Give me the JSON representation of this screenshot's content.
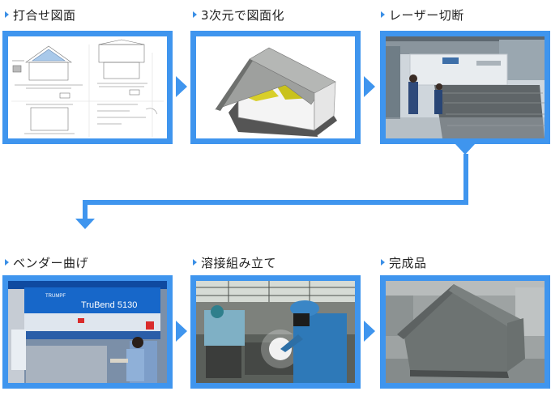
{
  "steps": [
    {
      "label": "打合せ図面",
      "image": "meeting-drawing"
    },
    {
      "label": "3次元で図面化",
      "image": "3d-drawing"
    },
    {
      "label": "レーザー切断",
      "image": "laser-cutting"
    },
    {
      "label": "ベンダー曲げ",
      "image": "bender-bending",
      "machine_text": "TruBend 5130",
      "brand_text": "TRUMPF"
    },
    {
      "label": "溶接組み立て",
      "image": "welding-assembly"
    },
    {
      "label": "完成品",
      "image": "finished-product"
    }
  ],
  "colors": {
    "accent": "#3f95ee",
    "marker": "#3b8fe6"
  }
}
